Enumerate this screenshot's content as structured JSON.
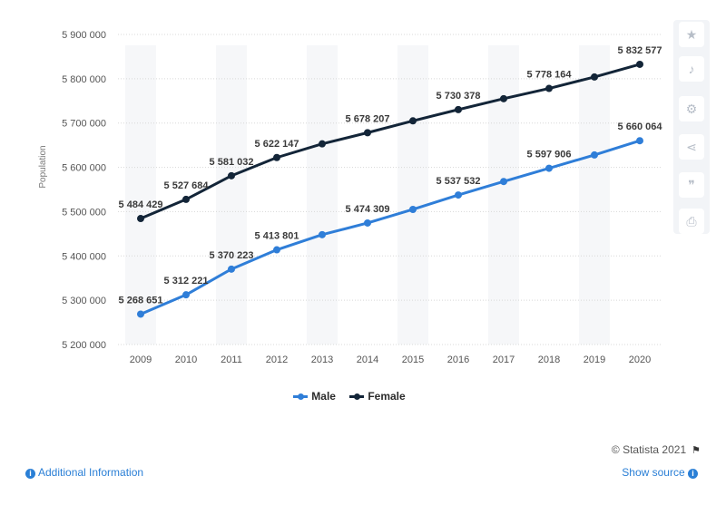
{
  "chart_data": {
    "type": "line",
    "categories": [
      "2009",
      "2010",
      "2011",
      "2012",
      "2013",
      "2014",
      "2015",
      "2016",
      "2017",
      "2018",
      "2019",
      "2020"
    ],
    "ylabel": "Population",
    "ylim": [
      5200000,
      5900000
    ],
    "yticks": [
      5200000,
      5300000,
      5400000,
      5500000,
      5600000,
      5700000,
      5800000,
      5900000
    ],
    "ytick_labels": [
      "5 200 000",
      "5 300 000",
      "5 400 000",
      "5 500 000",
      "5 600 000",
      "5 700 000",
      "5 800 000",
      "5 900 000"
    ],
    "series": [
      {
        "name": "Male",
        "color": "#2f7ed8",
        "values": [
          5268651,
          5312221,
          5370223,
          5413801,
          5448000,
          5474309,
          5505000,
          5537532,
          5568000,
          5597906,
          5628000,
          5660064
        ],
        "labels": [
          "5 268 651",
          "5 312 221",
          "5 370 223",
          "5 413 801",
          "",
          "5 474 309",
          "",
          "5 537 532",
          "",
          "5 597 906",
          "",
          "5 660 064"
        ]
      },
      {
        "name": "Female",
        "color": "#132538",
        "values": [
          5484429,
          5527684,
          5581032,
          5622147,
          5653000,
          5678207,
          5705000,
          5730378,
          5755000,
          5778164,
          5804000,
          5832577
        ],
        "labels": [
          "5 484 429",
          "5 527 684",
          "5 581 032",
          "5 622 147",
          "",
          "5 678 207",
          "",
          "5 730 378",
          "",
          "5 778 164",
          "",
          "5 832 577"
        ]
      }
    ],
    "grid": true,
    "legend_position": "bottom"
  },
  "legend": {
    "male": "Male",
    "female": "Female"
  },
  "credit": "© Statista 2021",
  "footer": {
    "additional_info": "Additional Information",
    "show_source": "Show source"
  },
  "icons": [
    "star-icon",
    "bell-icon",
    "gear-icon",
    "share-icon",
    "quote-icon",
    "print-icon",
    "flag-icon",
    "info-icon"
  ]
}
